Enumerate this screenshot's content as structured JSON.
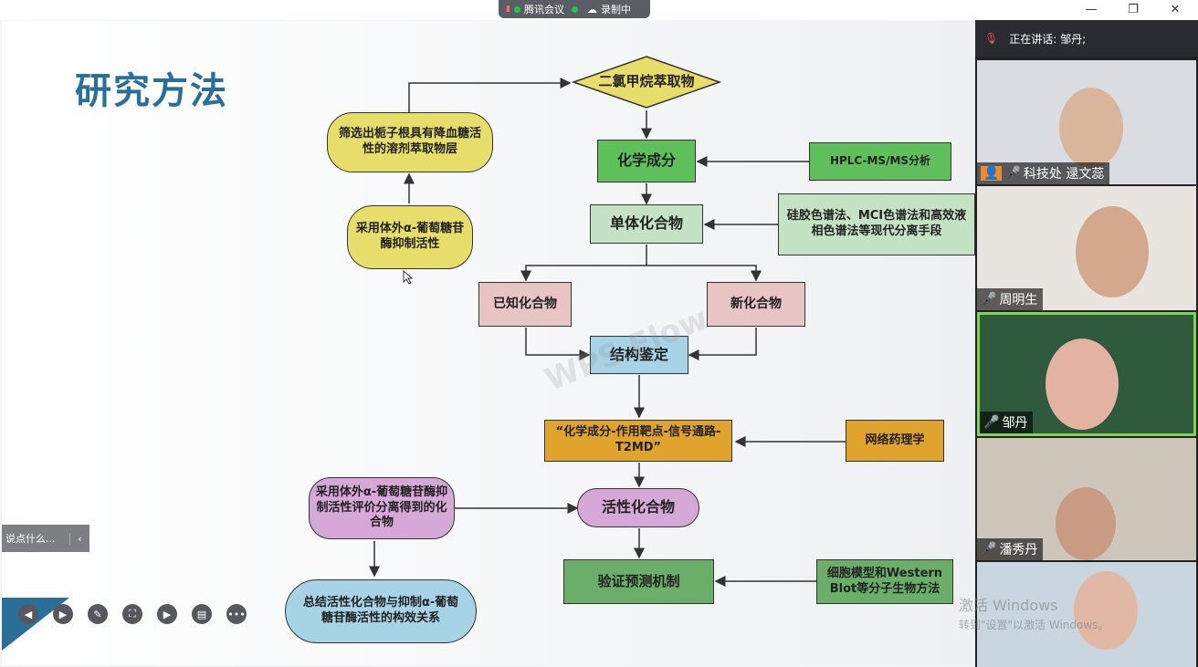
{
  "titlebar": {
    "app_name": "腾讯会议",
    "recording": "录制中",
    "minimize": "—",
    "restore": "❐",
    "close": "✕"
  },
  "slide": {
    "title": "研究方法",
    "nodes": {
      "extract": "二氯甲烷萃取物",
      "chem": "化学成分",
      "hplc": "HPLC-MS/MS分析",
      "monomer": "单体化合物",
      "chromatography": "硅胶色谱法、MCI色谱法和高效液相色谱法等现代分离手段",
      "known": "已知化合物",
      "newc": "新化合物",
      "structure": "结构鉴定",
      "t2md": "“化学成分-作用靶点-信号通路-T2MD”",
      "network": "网络药理学",
      "active": "活性化合物",
      "verify": "验证预测机制",
      "cell": "细胞模型和Western Blot等分子生物方法",
      "screen": "筛选出栀子根具有降血糖活性的溶剂萃取物层",
      "alpha_left": "采用体外α-葡萄糖苷酶抑制活性",
      "alpha_eval": "采用体外α-葡萄糖苷酶抑制活性评价分离得到的化合物",
      "summary": "总结活性化合物与抑制α-葡萄糖苷酶活性的构效关系"
    },
    "watermark": "WPS Flow"
  },
  "chat": {
    "placeholder": "说点什么...",
    "collapse": "‹"
  },
  "toolbar": {
    "prev": "◀",
    "next": "▶",
    "pen": "✎",
    "fullscreen": "⛶",
    "camera": "▶",
    "comment": "▤",
    "more": "•••"
  },
  "participants": {
    "speaking_label": "正在讲话: 邹丹;",
    "tiles": [
      {
        "name": "科技处 逯文蕊",
        "bg": "#d9dde2"
      },
      {
        "name": "周明生",
        "bg": "#e8e4df"
      },
      {
        "name": "邹丹",
        "bg": "#2f5a3d"
      },
      {
        "name": "潘秀丹",
        "bg": "#cfc6bb"
      },
      {
        "name": "",
        "bg": "#c9d6df"
      }
    ]
  },
  "windows_watermark": {
    "line1": "激活 Windows",
    "line2": "转到\"设置\"以激活 Windows。"
  },
  "colors": {
    "title": "#2a6f97",
    "yellow": "#e6dd6a",
    "green": "#5fbf5a",
    "lightgreen": "#c4e3c4",
    "pink": "#e8c4c4",
    "blue": "#a6d3e6",
    "orange": "#e0a42e",
    "purple": "#d6a8d8",
    "darkgreen": "#6aae6a"
  }
}
